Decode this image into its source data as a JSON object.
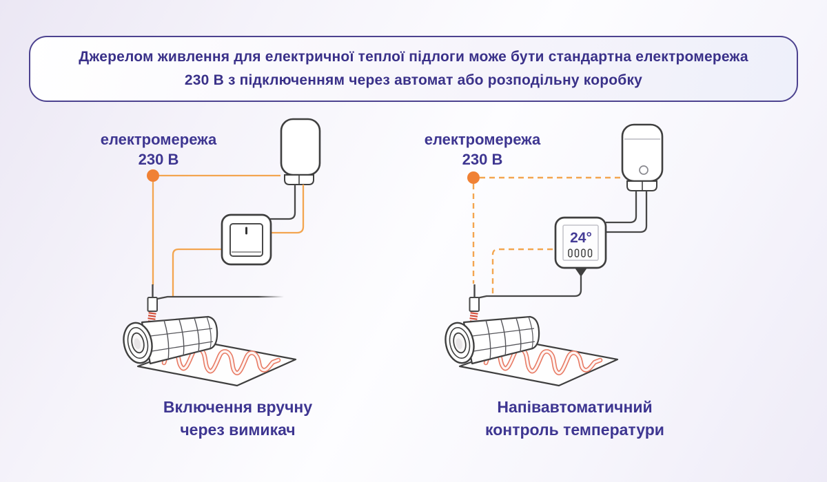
{
  "banner": {
    "line1": "Джерелом живлення для електричної теплої підлоги може бути стандартна електромережа",
    "line2": "230 В з підключенням через автомат або розподільну коробку"
  },
  "left_diagram": {
    "label_line1": "електромережа",
    "label_line2": "230 В",
    "caption_line1": "Включення вручну",
    "caption_line2": "через вимикач"
  },
  "right_diagram": {
    "label_line1": "електромережа",
    "label_line2": "230 В",
    "thermostat_display": "24°",
    "caption_line1": "Напівавтоматичний",
    "caption_line2": "контроль температури"
  },
  "colors": {
    "text_purple": "#3e3691",
    "banner_border": "#4c428f",
    "wire_orange": "#f3a54f",
    "dot_orange": "#f08134",
    "outline_dark": "#474747",
    "cable_red": "#e87a63",
    "stripe_red": "#d6503a",
    "background_lavender": "#ebe7f4"
  }
}
